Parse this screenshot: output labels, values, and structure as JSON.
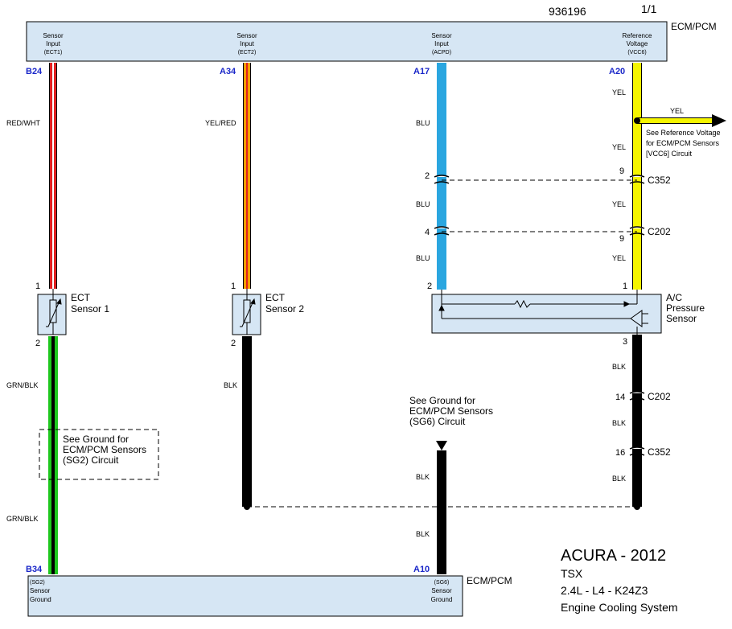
{
  "page": {
    "doc_number": "936196",
    "page_indicator": "1/1"
  },
  "ecm_top": {
    "label": "ECM/PCM",
    "terminals": [
      {
        "line1": "Sensor",
        "line2": "Input",
        "code": "(ECT1)",
        "pin": "B24"
      },
      {
        "line1": "Sensor",
        "line2": "Input",
        "code": "(ECT2)",
        "pin": "A34"
      },
      {
        "line1": "Sensor",
        "line2": "Input",
        "code": "(ACPD)",
        "pin": "A17"
      },
      {
        "line1": "Reference",
        "line2": "Voltage",
        "code": "(VCC6)",
        "pin": "A20"
      }
    ]
  },
  "ecm_bottom": {
    "label": "ECM/PCM",
    "terminals": [
      {
        "code": "(SG2)",
        "line1": "Sensor",
        "line2": "Ground",
        "pin": "B34"
      },
      {
        "code": "(SG6)",
        "line1": "Sensor",
        "line2": "Ground",
        "pin": "A10"
      }
    ]
  },
  "wires": {
    "ect1_signal": {
      "color_code": "RED/WHT",
      "stroke": "#e02020",
      "stripe": "#ffffff"
    },
    "ect2_signal": {
      "color_code": "YEL/RED",
      "stroke": "#f5e600",
      "stripe": "#e02020"
    },
    "acpd_signal": {
      "labels": [
        "BLU",
        "BLU",
        "BLU"
      ],
      "stroke": "#2aa6e0"
    },
    "vcc6": {
      "labels": [
        "YEL",
        "YEL",
        "YEL",
        "YEL"
      ],
      "stroke": "#f5f500"
    },
    "vcc6_branch": {
      "label": "YEL"
    },
    "ect1_ground": {
      "labels": [
        "GRN/BLK",
        "GRN/BLK"
      ],
      "stroke": "#1ec81e"
    },
    "ect2_ground": {
      "label": "BLK",
      "stroke": "#000000"
    },
    "acp_ground": {
      "labels": [
        "BLK",
        "BLK",
        "BLK"
      ]
    },
    "sg6_ground": {
      "labels": [
        "BLK",
        "BLK"
      ]
    }
  },
  "connectors": {
    "c352": {
      "name": "C352",
      "pin_blu": "2",
      "pin_yel": "9",
      "pin_blk": "16"
    },
    "c202": {
      "name": "C202",
      "pin_blu": "4",
      "pin_yel": "9",
      "pin_blk": "14"
    }
  },
  "components": {
    "ect1": {
      "line1": "ECT",
      "line2": "Sensor 1",
      "pin_top": "1",
      "pin_bottom": "2"
    },
    "ect2": {
      "line1": "ECT",
      "line2": "Sensor 2",
      "pin_top": "1",
      "pin_bottom": "2"
    },
    "acp": {
      "line1": "A/C",
      "line2": "Pressure",
      "line3": "Sensor",
      "pin_left": "2",
      "pin_right": "1",
      "pin_bottom": "3"
    }
  },
  "notes": {
    "ref_voltage": {
      "line1": "See Reference Voltage",
      "line2": "for ECM/PCM Sensors",
      "line3": "[VCC6] Circuit"
    },
    "ground_sg2": {
      "line1": "See Ground for",
      "line2": "ECM/PCM Sensors",
      "line3": "(SG2) Circuit"
    },
    "ground_sg6": {
      "line1": "See Ground for",
      "line2": "ECM/PCM Sensors",
      "line3": "(SG6) Circuit"
    }
  },
  "vehicle": {
    "title": "ACURA - 2012",
    "model": "TSX",
    "engine": "2.4L - L4 - K24Z3",
    "system": "Engine Cooling System"
  }
}
